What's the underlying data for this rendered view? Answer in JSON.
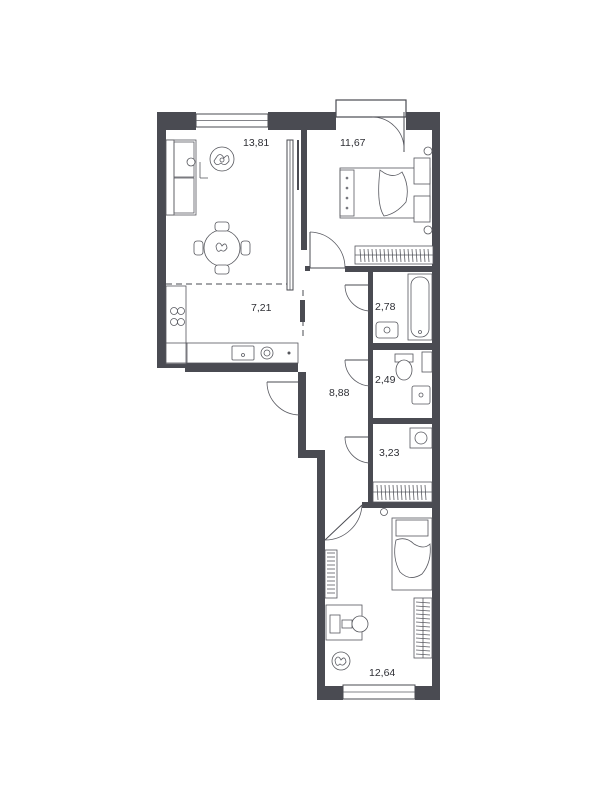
{
  "rooms": [
    {
      "id": "living",
      "area": "13,81"
    },
    {
      "id": "bedroom1",
      "area": "11,67"
    },
    {
      "id": "kitchen",
      "area": "7,21"
    },
    {
      "id": "bath",
      "area": "2,78"
    },
    {
      "id": "wc",
      "area": "2,49"
    },
    {
      "id": "hall",
      "area": "8,88"
    },
    {
      "id": "storage",
      "area": "3,23"
    },
    {
      "id": "bedroom2",
      "area": "12,64"
    }
  ],
  "colors": {
    "wall": "#4a4b52",
    "line": "#55565c",
    "text": "#2e2f35",
    "background": "#ffffff"
  },
  "icons": [
    "plant-icon",
    "bed-icon",
    "sofa-icon",
    "dining-table-icon",
    "bathtub-icon",
    "toilet-icon",
    "sink-icon",
    "washing-machine-icon",
    "stove-icon",
    "desk-icon",
    "wardrobe-icon",
    "radiator-icon",
    "door-icon",
    "window-icon"
  ]
}
